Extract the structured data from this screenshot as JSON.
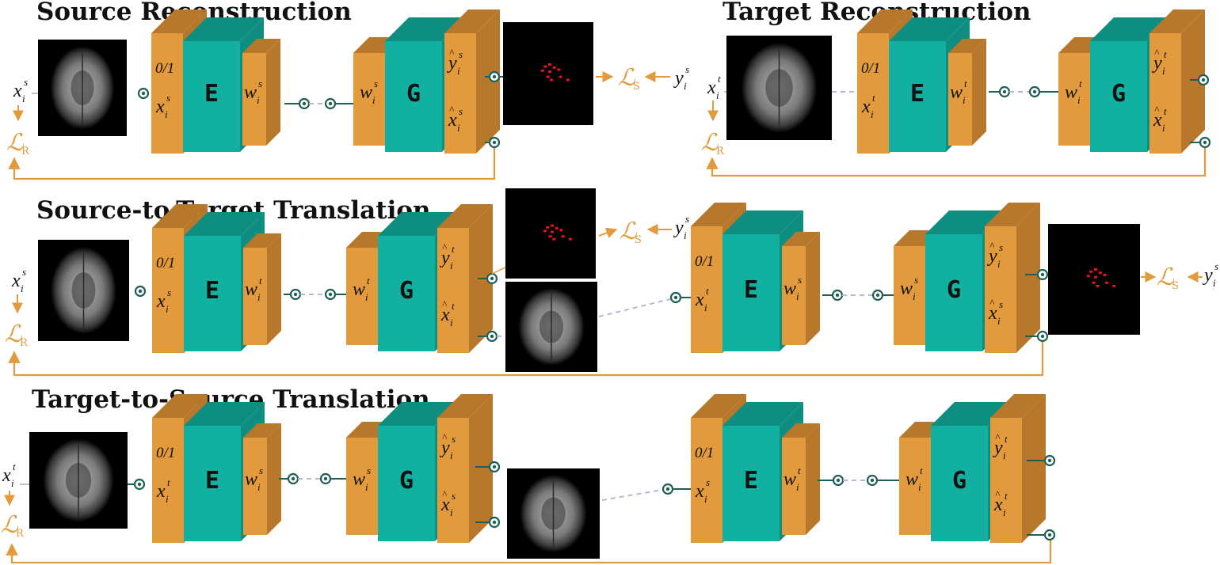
{
  "sections": [
    {
      "title": "Source Reconstruction"
    },
    {
      "title": "Target Reconstruction"
    },
    {
      "title": "Source-to-Target Translation"
    },
    {
      "title": "Target-to-Source Translation"
    }
  ],
  "labels": {
    "x": "x",
    "y": "y",
    "w": "w",
    "i": "i",
    "s": "s",
    "t": "t",
    "binary": "0/1",
    "encoder": "E",
    "generator": "G",
    "loss_symbol": "ℒ",
    "loss_s": "S",
    "loss_r": "R"
  },
  "colors": {
    "orange": "#e29a3d",
    "orange_side": "#b8782c",
    "teal": "#12b0a0",
    "teal_top": "#0d8e80",
    "node": "#1f5f55",
    "dash": "#b7b6d6"
  }
}
